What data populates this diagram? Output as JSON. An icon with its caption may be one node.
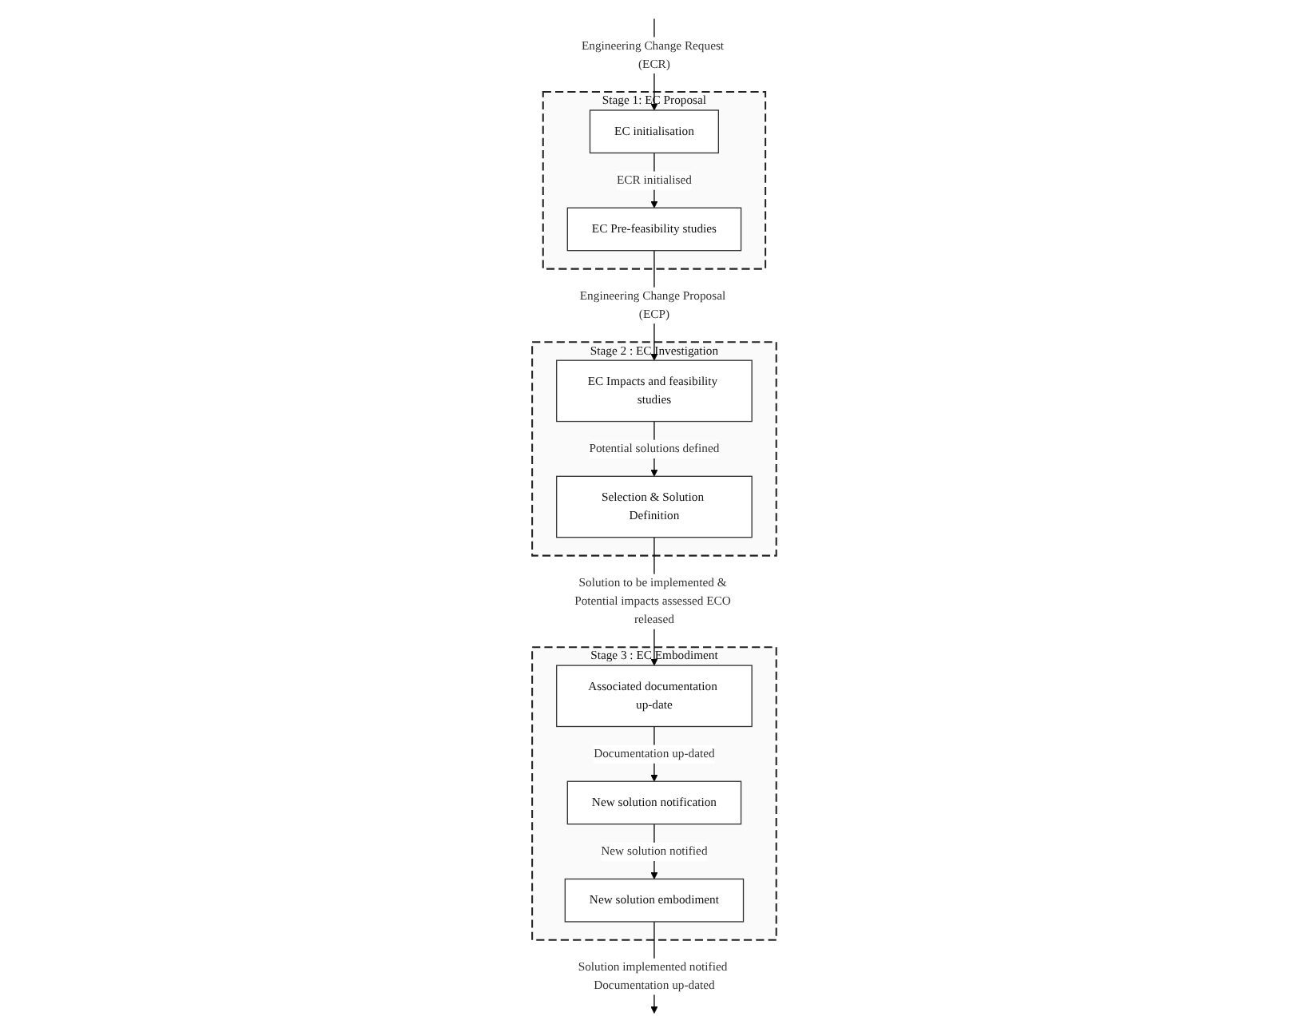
{
  "diagram": {
    "nodes": [
      {
        "text": [
          "Stage 1: EC Proposal"
        ]
      },
      {
        "text": [
          "EC initialisation"
        ],
        "in": 0
      },
      {
        "text": [
          "EC Pre-feasibility studies"
        ],
        "in": 0
      },
      {
        "text": [
          "Stage 2 : EC Investigation"
        ]
      },
      {
        "text": [
          "EC Impacts and feasibility studies"
        ],
        "in": 3
      },
      {
        "text": [
          "Selection & Solution Definition"
        ],
        "in": 3
      },
      {
        "text": [
          "Stage 3 : EC Embodiment"
        ]
      },
      {
        "text": [
          "Associated documentation up-date"
        ],
        "in": 6
      },
      {
        "text": [
          "New solution notification"
        ],
        "in": 6
      },
      {
        "text": [
          "New solution embodiment"
        ],
        "in": 6
      }
    ],
    "edges": [
      {
        "from": null,
        "to": 1,
        "arrow": "to",
        "label": "Engineering Change Request (ECR)"
      },
      {
        "from": 1,
        "to": 2,
        "arrow": "to",
        "label": "ECR initialised"
      },
      {
        "from": 2,
        "to": 4,
        "arrow": "to",
        "label": "Engineering Change Proposal (ECP)"
      },
      {
        "from": 4,
        "to": 5,
        "arrow": "to",
        "label": "Potential solutions defined"
      },
      {
        "from": 5,
        "to": 7,
        "arrow": "to",
        "label": "Solution to be implemented & Potential impacts assessed ECO released"
      },
      {
        "from": 7,
        "to": 8,
        "arrow": "to",
        "label": "Documentation up-dated"
      },
      {
        "from": 8,
        "to": 9,
        "arrow": "to",
        "label": "New solution notified"
      },
      {
        "from": 9,
        "to": null,
        "arrow": "to",
        "label": "Solution implemented notified Documentation up-dated"
      }
    ]
  }
}
